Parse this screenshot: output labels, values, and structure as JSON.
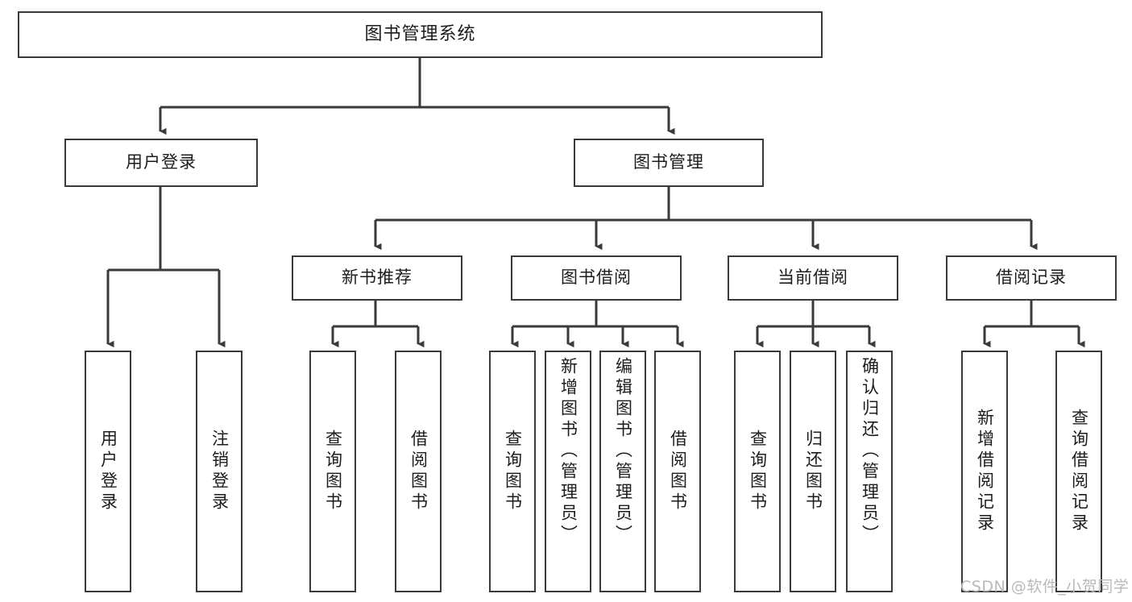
{
  "diagram": {
    "type": "tree-hierarchy",
    "title": "图书管理系统",
    "watermark": "CSDN @软件_小贺同学",
    "colors": {
      "background": "#ffffff",
      "node_fill": "#ffffff",
      "node_border": "#3a3a3a",
      "edge": "#3a3a3a",
      "text": "#1c1c1c",
      "watermark": "#b9b9b9"
    },
    "nodes": {
      "root": {
        "label": "图书管理系统"
      },
      "level2": [
        {
          "id": "user-login",
          "label": "用户登录"
        },
        {
          "id": "book-manage",
          "label": "图书管理"
        }
      ],
      "level3": [
        {
          "id": "new-book-recommend",
          "label": "新书推荐"
        },
        {
          "id": "book-borrow",
          "label": "图书借阅"
        },
        {
          "id": "current-borrow",
          "label": "当前借阅"
        },
        {
          "id": "borrow-record",
          "label": "借阅记录"
        }
      ],
      "leaves": {
        "user-login": [
          {
            "id": "leaf-user-login",
            "label": "用户登录"
          },
          {
            "id": "leaf-logout-login",
            "label": "注销登录"
          }
        ],
        "new-book-recommend": [
          {
            "id": "leaf-query-book-1",
            "label": "查询图书"
          },
          {
            "id": "leaf-borrow-book-1",
            "label": "借阅图书"
          }
        ],
        "book-borrow": [
          {
            "id": "leaf-query-book-2",
            "label": "查询图书"
          },
          {
            "id": "leaf-add-book",
            "label": "新增图书（管理员）"
          },
          {
            "id": "leaf-edit-book",
            "label": "编辑图书（管理员）"
          },
          {
            "id": "leaf-borrow-book-2",
            "label": "借阅图书"
          }
        ],
        "current-borrow": [
          {
            "id": "leaf-query-book-3",
            "label": "查询图书"
          },
          {
            "id": "leaf-return-book",
            "label": "归还图书"
          },
          {
            "id": "leaf-confirm-return",
            "label": "确认归还（管理员）"
          }
        ],
        "borrow-record": [
          {
            "id": "leaf-add-record",
            "label": "新增借阅记录"
          },
          {
            "id": "leaf-query-record",
            "label": "查询借阅记录"
          }
        ]
      }
    }
  }
}
